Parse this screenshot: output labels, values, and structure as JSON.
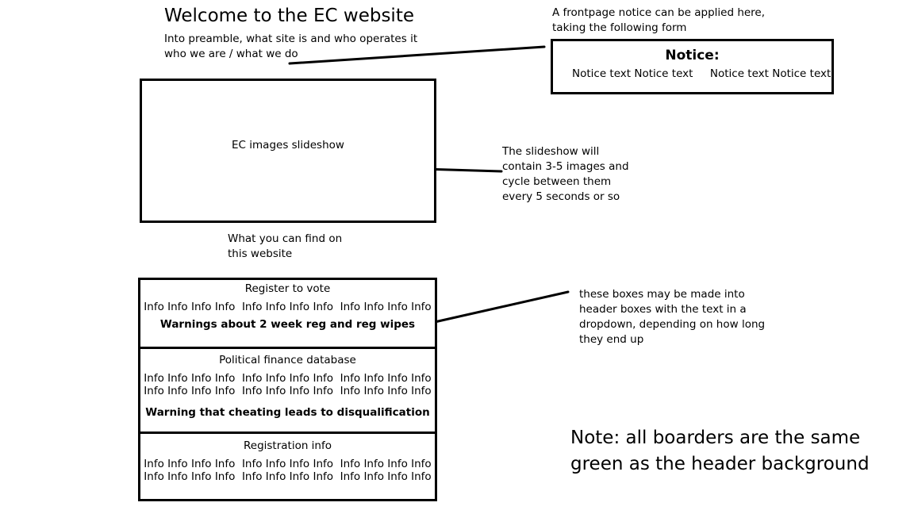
{
  "header": {
    "title": "Welcome to the EC website",
    "preamble_line1": "Into preamble, what site is and who operates it",
    "preamble_line2": "who we are / what we do"
  },
  "notice": {
    "caption_line1": "A frontpage notice can be applied here,",
    "caption_line2": "taking the following form",
    "heading": "Notice:",
    "text": "Notice text Notice text     Notice text Notice text"
  },
  "slideshow": {
    "label": "EC images slideshow",
    "note_line1": "The slideshow will",
    "note_line2": "contain 3-5 images and",
    "note_line3": "cycle between them",
    "note_line4": "every 5 seconds or so"
  },
  "find_label": {
    "line1": "What you can find on",
    "line2": "this website"
  },
  "sections": {
    "register": {
      "title": "Register to vote",
      "info": "Info Info Info Info  Info Info Info Info  Info Info Info Info",
      "warning": "Warnings about 2 week reg and reg wipes"
    },
    "finance": {
      "title": "Political finance database",
      "info_line1": "Info Info Info Info  Info Info Info Info  Info Info Info Info",
      "info_line2": "Info Info Info Info  Info Info Info Info  Info Info Info Info",
      "warning": "Warning that cheating leads to disqualification"
    },
    "registration_info": {
      "title": "Registration info",
      "info_line1": "Info Info Info Info  Info Info Info Info  Info Info Info Info",
      "info_line2": "Info Info Info Info  Info Info Info Info  Info Info Info Info"
    }
  },
  "boxes_note": {
    "line1": "these boxes may be made into",
    "line2": "header boxes with the text in a",
    "line3": "dropdown, depending on how long",
    "line4": "they end up"
  },
  "borders_note": {
    "line1": "Note: all boarders are the same",
    "line2": "green as the header background"
  }
}
